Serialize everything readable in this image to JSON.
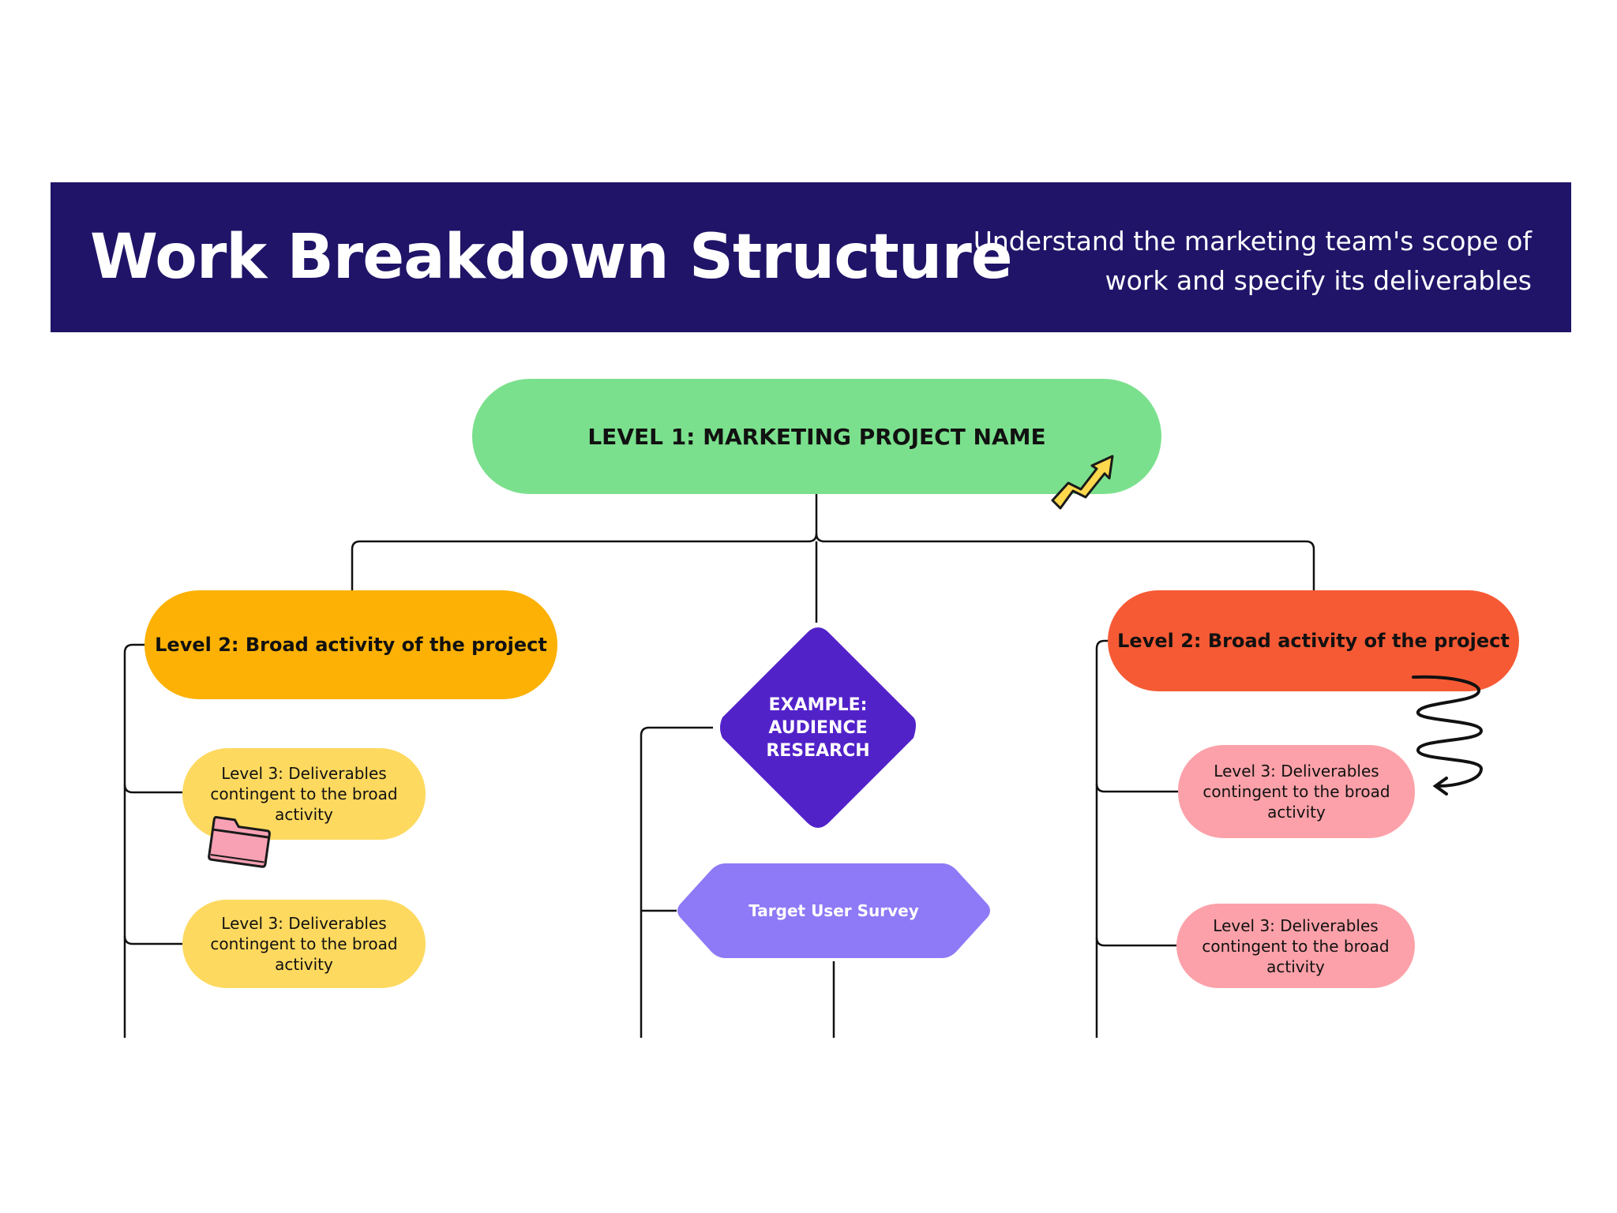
{
  "header": {
    "title": "Work Breakdown Structure",
    "subtitle": "Understand the marketing team's scope of work and specify its deliverables"
  },
  "level1": {
    "label": "LEVEL 1: MARKETING PROJECT NAME"
  },
  "level2": [
    {
      "label": "Level 2: Broad activity of the project"
    },
    {
      "label": "Level 2: Broad activity of the project"
    }
  ],
  "level3": [
    {
      "label": "Level 3: Deliverables contingent to the broad activity"
    },
    {
      "label": "Level 3: Deliverables contingent to the broad activity"
    },
    {
      "label": "Level 3: Deliverables contingent to the broad activity"
    },
    {
      "label": "Level 3: Deliverables contingent to the broad activity"
    }
  ],
  "example": {
    "label": "EXAMPLE: AUDIENCE RESEARCH",
    "child": "Target User Survey"
  },
  "colors": {
    "banner": "#1f1468",
    "level1": "#7be08d",
    "level2_left": "#fcb104",
    "level2_right": "#f65a34",
    "level3_left": "#fed95f",
    "level3_right": "#fca1a9",
    "diamond": "#5222c9",
    "hexagon": "#8e7af6"
  },
  "icons": [
    "rising-arrow-icon",
    "folder-icon",
    "spiral-arrow-icon"
  ]
}
